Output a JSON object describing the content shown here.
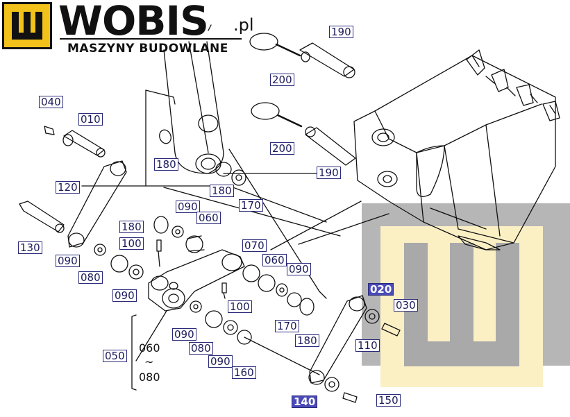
{
  "brand": {
    "name": "WOBIS",
    "suffix": ".pl",
    "tagline": "MASZYNY BUDOWLANE",
    "logo_icon": "w-letter-logo-icon",
    "colors": {
      "logo_yellow": "#f2c21b",
      "watermark_grey": "#a9a9a9",
      "watermark_cream": "#fbefc4"
    }
  },
  "callouts": {
    "l040": "040",
    "l010": "010",
    "l180a": "180",
    "l180b": "180",
    "l170a": "170",
    "l190a": "190",
    "l200a": "200",
    "l200b": "200",
    "l190b": "190",
    "l120": "120",
    "l130": "130",
    "l180c": "180",
    "l090a": "090",
    "l060a": "060",
    "l100a": "100",
    "l090b": "090",
    "l080a": "080",
    "l090c": "090",
    "l070": "070",
    "l060b": "060",
    "l090d": "090",
    "l100b": "100",
    "l170b": "170",
    "l180d": "180",
    "l020": "020",
    "l030": "030",
    "l110": "110",
    "l090e": "090",
    "l080b": "080",
    "l090f": "090",
    "l160": "160",
    "l050": "050",
    "l140": "140",
    "l150": "150"
  },
  "range_note": {
    "from": "060",
    "tilde": "~",
    "to": "080"
  }
}
